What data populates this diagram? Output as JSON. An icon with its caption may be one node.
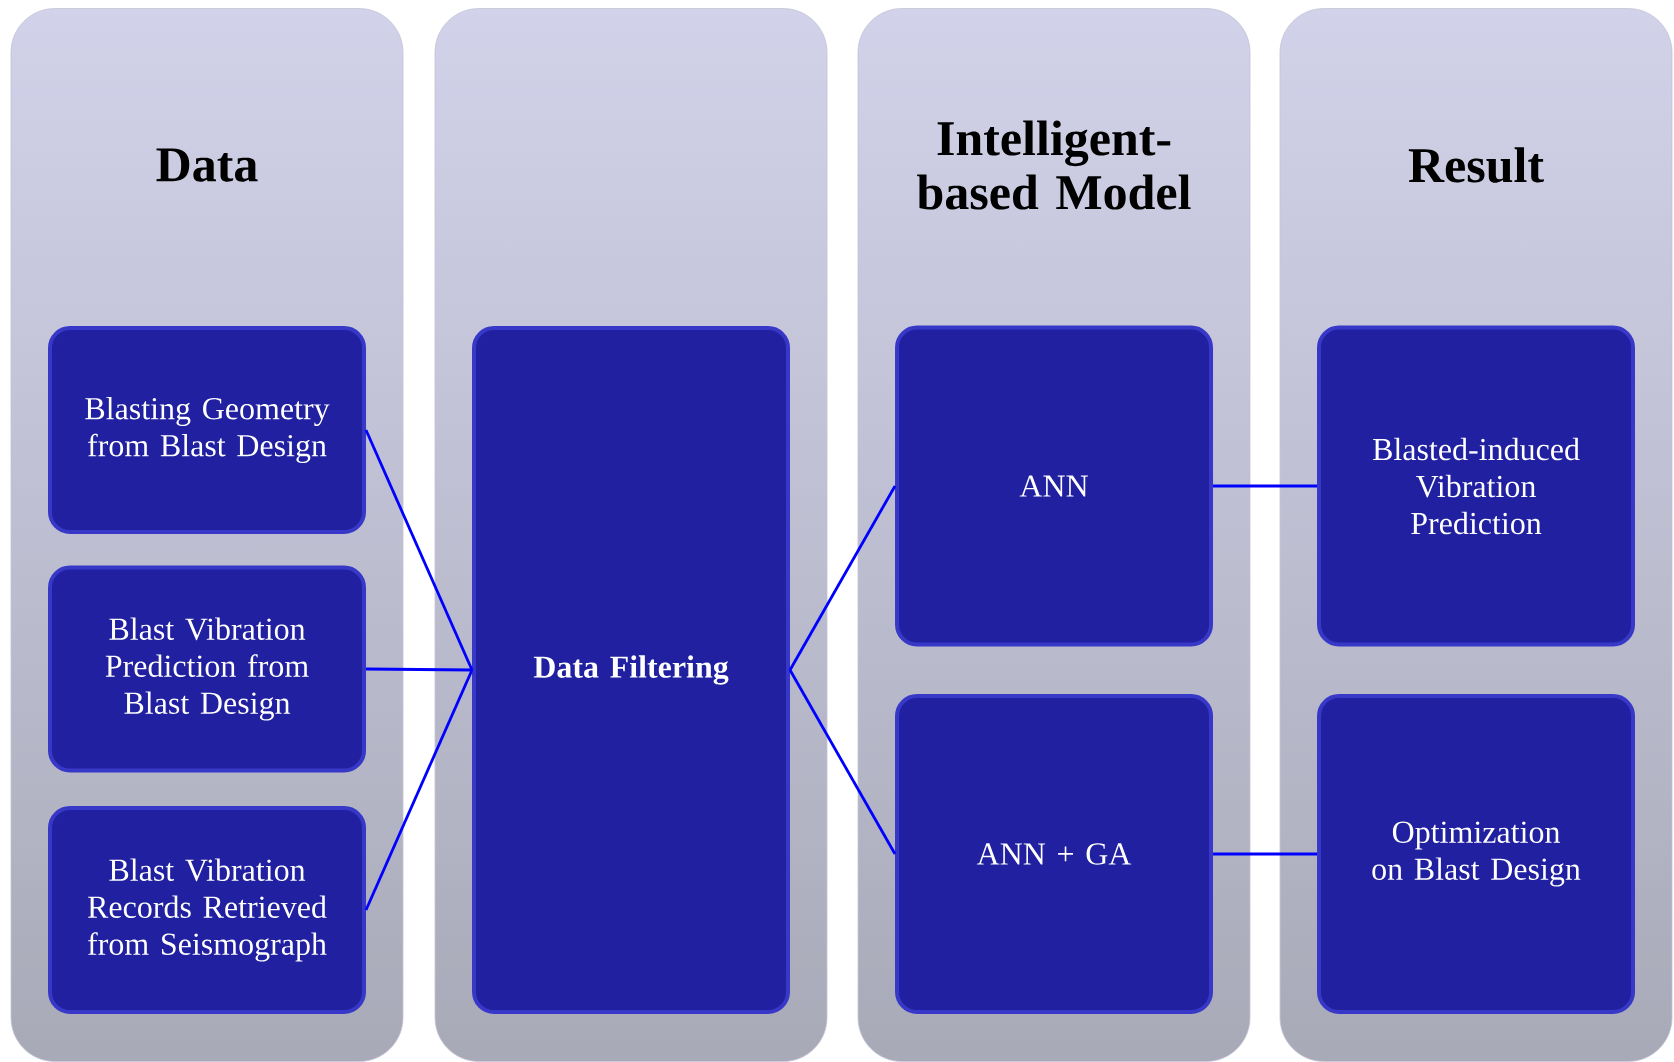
{
  "diagram": {
    "nodes": [
      {
        "text": [
          "Data"
        ]
      },
      {
        "text": [
          "Blasting Geometry from Blast Design"
        ],
        "in": 0
      },
      {
        "text": [
          "Blast Vibration Prediction from Blast Design"
        ],
        "in": 0
      },
      {
        "text": [
          "Blast Vibration Records Retrieved from Seismograph"
        ],
        "in": 0
      },
      {
        "text": [],
        "shape": "box"
      },
      {
        "text": [
          "**Data Filtering**"
        ],
        "in": 4
      },
      {
        "text": [
          "Intelligent-based Model"
        ]
      },
      {
        "text": [
          "ANN"
        ],
        "in": 6
      },
      {
        "text": [
          "ANN + GA"
        ],
        "in": 6
      },
      {
        "text": [
          "Result"
        ]
      },
      {
        "text": [
          "Blasted-induced Vibration Prediction"
        ],
        "in": 9
      },
      {
        "text": [
          "Optimization on Blast Design"
        ],
        "in": 9
      }
    ],
    "edges": [
      {
        "from": 1,
        "to": 5,
        "arrow": "none"
      },
      {
        "from": 2,
        "to": 5,
        "arrow": "none"
      },
      {
        "from": 3,
        "to": 5,
        "arrow": "none"
      },
      {
        "from": 5,
        "to": 7,
        "arrow": "none"
      },
      {
        "from": 5,
        "to": 8,
        "arrow": "none"
      },
      {
        "from": 7,
        "to": 10,
        "arrow": "none"
      },
      {
        "from": 8,
        "to": 11,
        "arrow": "none"
      }
    ]
  }
}
